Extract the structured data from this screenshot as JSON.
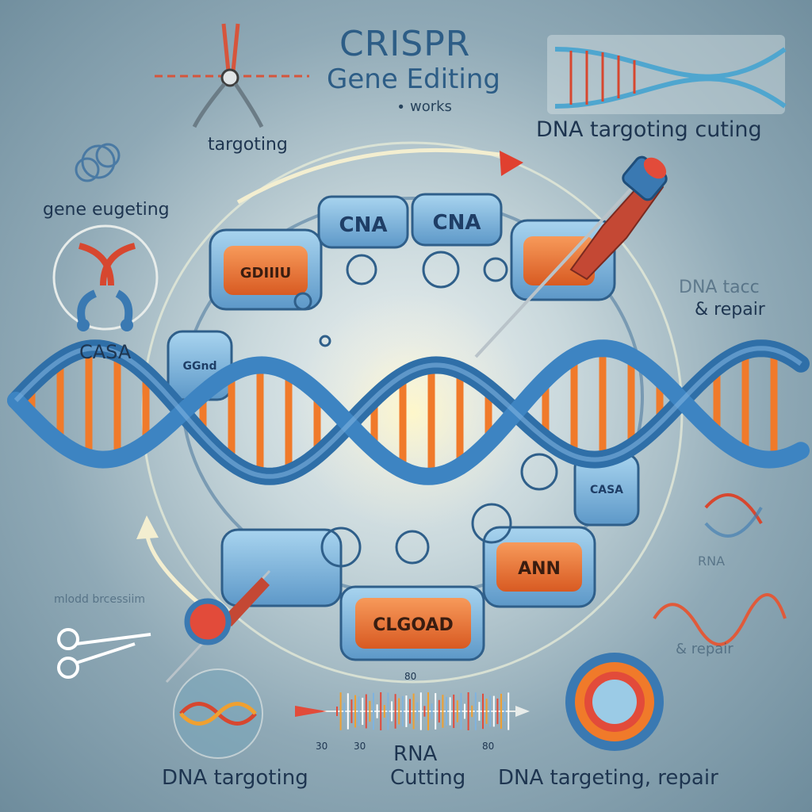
{
  "title": {
    "line1": "CRISPR",
    "line2": "Gene Editing",
    "line3": "∙ works"
  },
  "labels": {
    "targeting": "targoting",
    "dna_targoting_cuting": "DNA targoting cuting",
    "gene_eugeting": "gene eugeting",
    "casa": "CASA",
    "dna_tacc": "DNA tacc",
    "repair": "& repair",
    "rna_right": "RNA",
    "faded_blurb": "mlodd brcessiim",
    "repair_lower": "& repair",
    "bottom_dna_targoting": "DNA targoting",
    "bottom_rna": "RNA",
    "bottom_cutting": "Cutting",
    "bottom_dna_targeting_repair": "DNA targeting, repair",
    "tick_80": "80",
    "tick_30a": "30",
    "tick_30b": "30",
    "tick_80b": "80"
  },
  "pills": {
    "cna_1": "CNA",
    "cna_2": "CNA",
    "left_upper": "GDIIIU",
    "left_side": "GGnd",
    "bottom_mid": "CLGOAD",
    "bottom_right": "ANN",
    "right_small": "CASA"
  },
  "colors": {
    "dna_blue": "#2f6fa8",
    "rung_orange": "#f07a2a",
    "pill_orange": "#ee7a3c",
    "pill_blue": "#7bb6dc",
    "accent_red": "#e0402f"
  }
}
